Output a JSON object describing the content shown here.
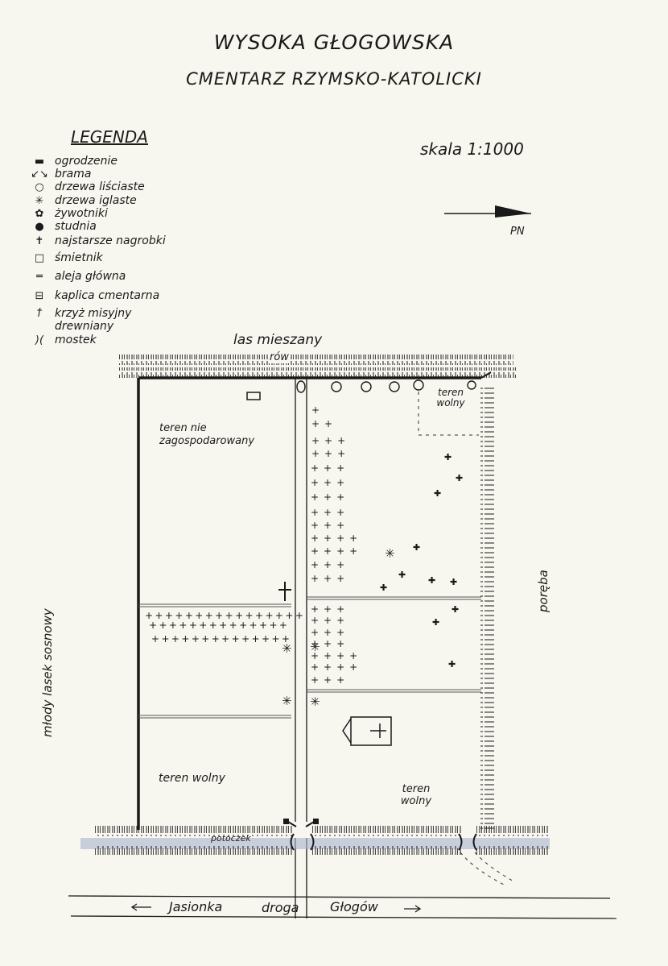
{
  "title": "WYSOKA GŁOGOWSKA",
  "subtitle": "CMENTARZ RZYMSKO-KATOLICKI",
  "legend": {
    "heading": "LEGENDA",
    "items": [
      {
        "label": "ogrodzenie",
        "icon": "fence-line-icon"
      },
      {
        "label": "brama",
        "icon": "gate-icon"
      },
      {
        "label": "drzewa liściaste",
        "icon": "deciduous-tree-icon"
      },
      {
        "label": "drzewa iglaste",
        "icon": "conifer-tree-icon"
      },
      {
        "label": "żywotniki",
        "icon": "thuja-icon"
      },
      {
        "label": "studnia",
        "icon": "well-icon"
      },
      {
        "label": "najstarsze nagrobki",
        "icon": "old-tombstone-icon"
      },
      {
        "label": "śmietnik",
        "icon": "trash-bin-icon"
      },
      {
        "label": "aleja główna",
        "icon": "main-alley-icon"
      },
      {
        "label": "kaplica cmentarna",
        "icon": "chapel-icon"
      },
      {
        "label": "krzyż misyjny drewniany",
        "icon": "mission-cross-icon"
      },
      {
        "label": "mostek",
        "icon": "bridge-icon"
      }
    ]
  },
  "scale": "skala 1:1000",
  "north": "PN",
  "labels": {
    "forest_top": "las mieszany",
    "ditch": "rów",
    "free_top_right": "teren wolny",
    "unused": "teren nie zagospodarowany",
    "young_pine": "młody lasek sosnowy",
    "clearing": "poręba",
    "free_bottom_left": "teren wolny",
    "free_bottom_right": "teren wolny",
    "stream": "potoczek",
    "road_left": "Jasionka",
    "road_mid": "droga",
    "road_right": "Głogów"
  },
  "colors": {
    "ink": "#1a1a1a",
    "paper": "#f7f6ef",
    "water": "#aab4cf"
  }
}
